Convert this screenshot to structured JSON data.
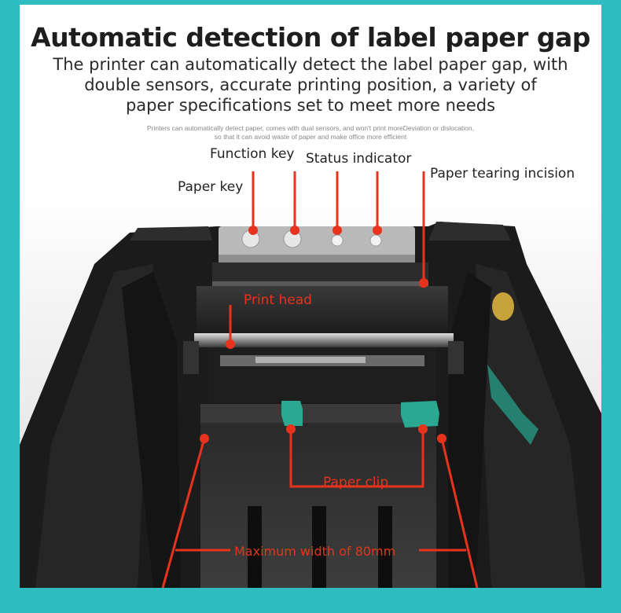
{
  "header": {
    "title": "Automatic detection of label paper gap",
    "subtitle_lines": [
      "The printer can automatically detect the label paper gap, with",
      "double sensors, accurate printing position, a variety of",
      "paper specifications set to meet more needs"
    ],
    "fine_print_lines": [
      "Printers can automatically detect paper, comes with dual sensors, and won't print moreDeviation or dislocation,",
      "so that it can avoid waste of paper and make office more efficient"
    ]
  },
  "callouts": {
    "function_key": "Function key",
    "status_indicator": "Status indicator",
    "paper_tearing_incision": "Paper tearing incision",
    "paper_key": "Paper key",
    "print_head": "Print head",
    "paper_clip": "Paper clip",
    "max_width": "Maximum width of 80mm"
  },
  "colors": {
    "frame": "#2fbcc0",
    "callout_red": "#e8331c",
    "clip_green": "#2aa892"
  }
}
